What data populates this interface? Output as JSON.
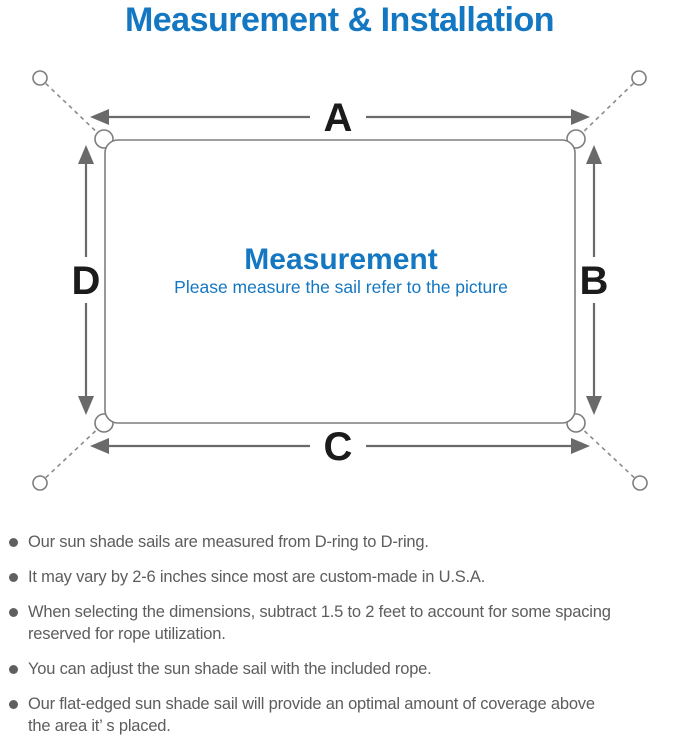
{
  "title": "Measurement & Installation",
  "colors": {
    "accent_blue": "#1477c2",
    "diagram_line_gray": "#7e7e7e",
    "arrow_gray": "#6a6a6a",
    "edge_label_black": "#1b1b1b",
    "note_text_gray": "#5d5d5d"
  },
  "diagram": {
    "center_title": "Measurement",
    "center_subtitle": "Please measure the sail refer to the picture",
    "edge_labels": {
      "top": "A",
      "right": "B",
      "bottom": "C",
      "left": "D"
    }
  },
  "notes": [
    "Our sun shade sails are measured from D-ring to D-ring.",
    "It may vary by 2-6 inches since most are custom-made in U.S.A.",
    "When selecting the dimensions, subtract 1.5 to 2 feet to account for some spacing\nreserved for rope utilization.",
    "You can adjust the sun shade sail with the included rope.",
    "Our flat-edged sun shade sail will provide an optimal amount of coverage above\nthe area it’ s placed."
  ]
}
